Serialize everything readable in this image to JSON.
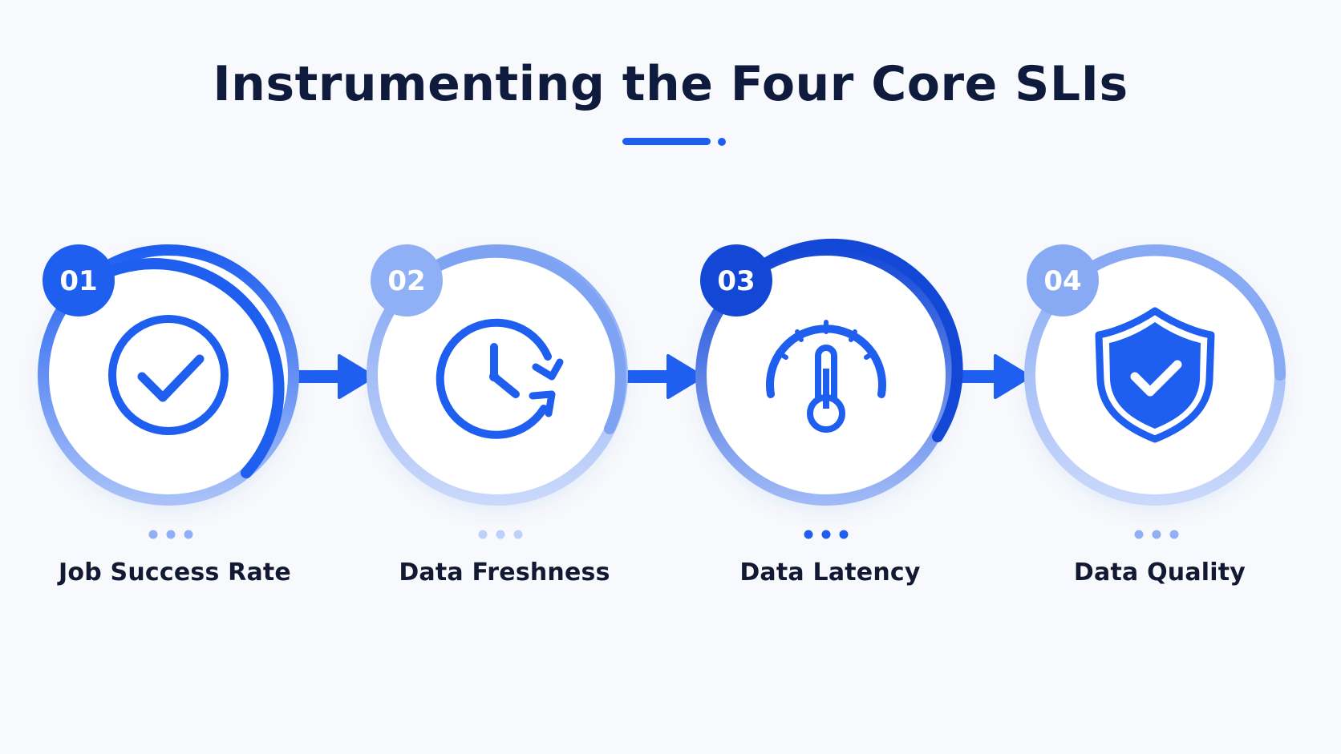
{
  "title": "Instrumenting the Four Core SLIs",
  "colors": {
    "primary": "#1f5ff0",
    "dark_primary": "#1347d6",
    "light_primary": "#8fb0f5",
    "ring_light": "#c6d6fb",
    "title_text": "#0f1b3d",
    "label_text": "#121a33",
    "background": "#f8f9fc"
  },
  "steps": [
    {
      "number": "01",
      "label": "Job Success Rate",
      "icon": "check-circle-icon"
    },
    {
      "number": "02",
      "label": "Data Freshness",
      "icon": "clock-refresh-icon"
    },
    {
      "number": "03",
      "label": "Data Latency",
      "icon": "gauge-thermometer-icon"
    },
    {
      "number": "04",
      "label": "Data Quality",
      "icon": "shield-check-icon"
    }
  ]
}
